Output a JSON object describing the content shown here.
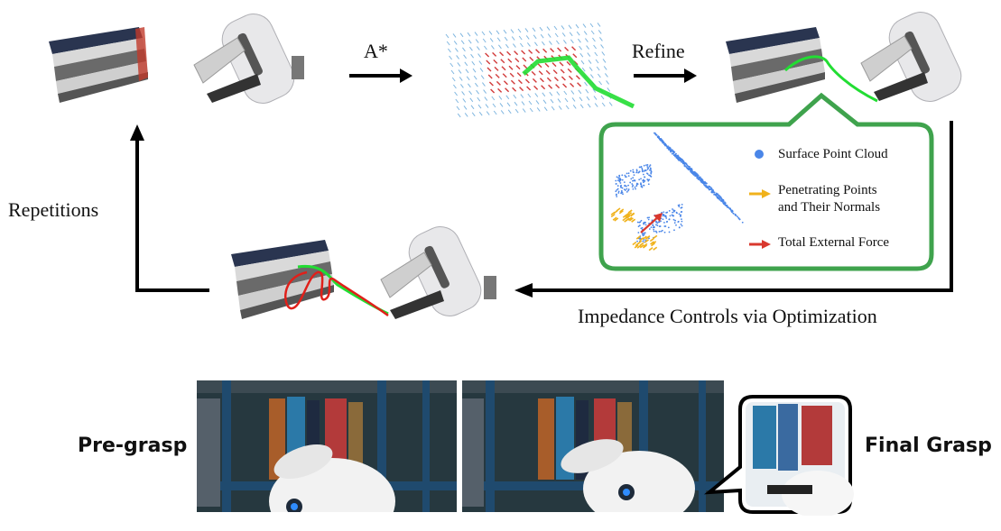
{
  "top_arrows": {
    "astar": "A*",
    "refine": "Refine"
  },
  "side": {
    "repetitions": "Repetitions",
    "impedance": "Impedance Controls via Optimization"
  },
  "legend": {
    "surface": "Surface Point Cloud",
    "penetrating_line1": "Penetrating Points",
    "penetrating_line2": "and Their Normals",
    "force": "Total External Force"
  },
  "photos": {
    "pregrasp": "Pre-grasp",
    "final": "Final Grasp"
  },
  "colors": {
    "green_frame": "#3fa34d",
    "surface_points": "#4a86e8",
    "penetrating": "#f0b21b",
    "force": "#d9382e",
    "trajectory": "#22dd33"
  }
}
